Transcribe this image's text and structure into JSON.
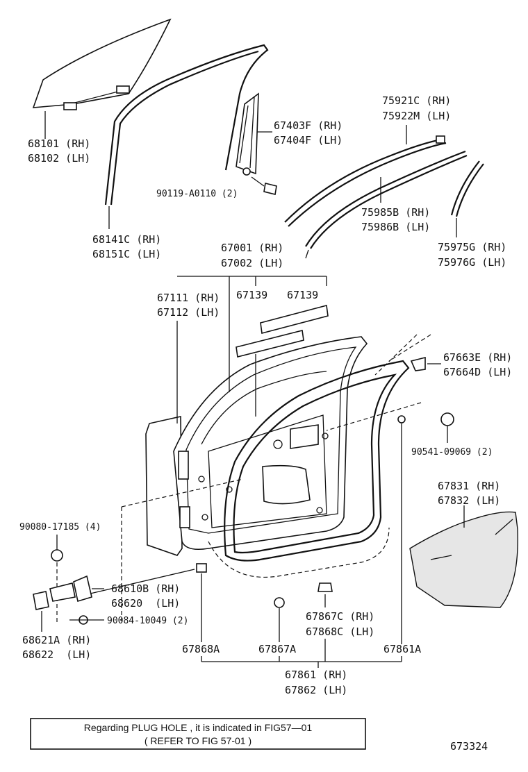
{
  "labels": {
    "window_glass": [
      "68101 (RH)",
      "68102 (LH)"
    ],
    "glass_run": [
      "68141C (RH)",
      "68151C (LH)"
    ],
    "channel": [
      "67403F (RH)",
      "67404F (LH)"
    ],
    "channel_bolt": "90119-A0110 (2)",
    "belt_outer": [
      "75921C (RH)",
      "75922M (LH)"
    ],
    "belt_inner": [
      "75985B (RH)",
      "75986B (LH)"
    ],
    "moulding_rear": [
      "75975G (RH)",
      "75976G (LH)"
    ],
    "door_panel": [
      "67001 (RH)",
      "67002 (LH)"
    ],
    "outer_panel": [
      "67111 (RH)",
      "67112 (LH)"
    ],
    "pad_1": "67139",
    "pad_2": "67139",
    "cover_clip": [
      "67663E (RH)",
      "67664D (LH)"
    ],
    "clip_bolt": "90541-09069 (2)",
    "service_hole_cover": [
      "67831 (RH)",
      "67832 (LH)"
    ],
    "hinge_bolt": "90080-17185 (4)",
    "hinge_upper": [
      "68610B (RH)",
      "68620  (LH)"
    ],
    "hinge_bolt_2": "90084-10049 (2)",
    "hinge_lower": [
      "68621A (RH)",
      "68622  (LH)"
    ],
    "clip_a": "67868A",
    "clip_b": "67867A",
    "clip_c": [
      "67867C (RH)",
      "67868C (LH)"
    ],
    "clip_d": "67861A",
    "weatherstrip": [
      "67861 (RH)",
      "67862 (LH)"
    ]
  },
  "note": {
    "line1": "Regarding PLUG HOLE , it is indicated in FIG57—01",
    "line2": "( REFER TO FIG 57-01 )"
  },
  "figure_number": "673324"
}
